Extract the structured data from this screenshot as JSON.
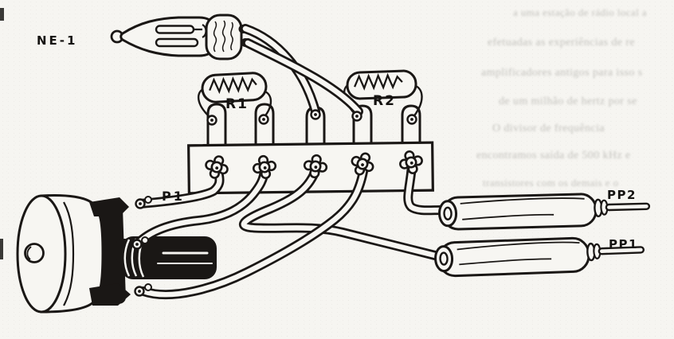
{
  "figure": {
    "type": "hand-drawn electronic assembly (pictorial wiring) diagram",
    "labels": {
      "lamp": "NE-1",
      "r1": "R1",
      "r2": "R2",
      "pot": "P1",
      "probe2": "PP2",
      "probe1": "PP1"
    },
    "components": {
      "lamp": "neon glow lamp with two internal electrode plates and wire base",
      "r1": "axial resistor mounted on terminal strip lugs 1-2",
      "r2": "axial resistor mounted on terminal strip lugs 4-5",
      "terminal_strip": "5-lug solder terminal strip",
      "pot": "rotary potentiometer with 3 solder tabs and black shaft",
      "probe1": "test probe with needle tip",
      "probe2": "test probe with needle tip"
    },
    "connections": [
      "NE-1 lead A to lug 3 riser eyelet",
      "NE-1 lead B to R2 left lead eyelet (lug 4 riser)",
      "P1 top tab to lug 1",
      "P1 middle tab to lug 2",
      "lug 3 to probe PP1",
      "lug 4 to P1 bottom tab",
      "lug 5 to probe PP2"
    ]
  },
  "colors": {
    "paper": "#f6f5f1",
    "ink": "#1a1715"
  },
  "ghost_text": {
    "lines": [
      "a uma estação de rádio local a",
      "efetuadas as experiências de re",
      "amplificadores antigos para isso s",
      "de um milhão de hertz por se",
      "O divisor de frequência",
      "encontramos saída de 500 kHz e",
      "transistores com os demais e o"
    ]
  }
}
